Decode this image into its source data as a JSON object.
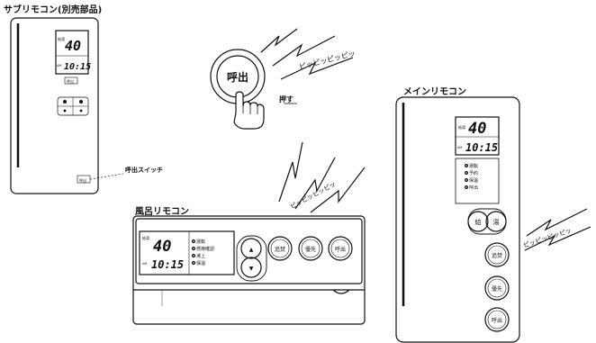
{
  "labels": {
    "sub_remote": "サブリモコン(別売部品)",
    "main_remote": "メインリモコン",
    "bath_remote": "風呂リモコン",
    "call_switch": "呼出スイッチ",
    "push": "押す",
    "beep1": "ピッピッピッピッ",
    "beep2": "ピッピッピッピッ",
    "beep3": "ピッピッピッピッ"
  },
  "call_button": {
    "label": "呼出"
  },
  "sub": {
    "temp_label": "給湯",
    "temp": "40",
    "ampm": "AM",
    "time": "10:15",
    "mini_label": "呼出",
    "call_mini_label": "呼出"
  },
  "main": {
    "temp_label": "給湯",
    "temp": "40",
    "ampm": "AM",
    "time": "10:15",
    "status": [
      "運転",
      "予約",
      "保温",
      "呼出"
    ],
    "buttons": [
      "給",
      "湯",
      "追焚",
      "優先",
      "呼出"
    ]
  },
  "bath": {
    "temp_label": "給湯",
    "temp": "40",
    "ampm": "AM",
    "time": "10:15",
    "status": [
      "運転",
      "燃焼確認",
      "沸上",
      "保温"
    ],
    "buttons": [
      "追焚",
      "優先",
      "呼出"
    ],
    "arrow_up": "▲",
    "arrow_down": "▼"
  }
}
